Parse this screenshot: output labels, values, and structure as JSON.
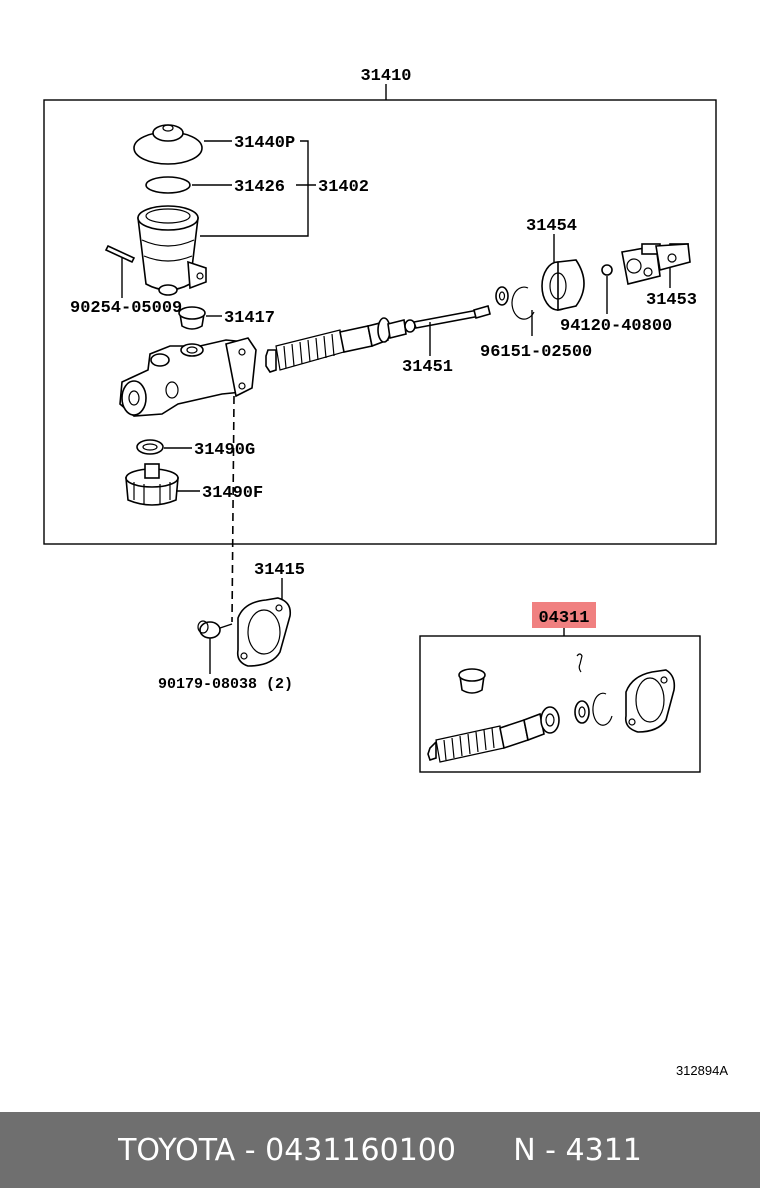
{
  "diagram": {
    "assembly_label": "31410",
    "labels": {
      "p31440P": "31440P",
      "p31426": "31426",
      "p31402": "31402",
      "p90254": "90254-05009",
      "p31417": "31417",
      "p31454": "31454",
      "p31453": "31453",
      "p94120": "94120-40800",
      "p96151": "96151-02500",
      "p31451": "31451",
      "p31490G": "31490G",
      "p31490F": "31490F",
      "p31415": "31415",
      "p90179": "90179-08038 (2)",
      "kit": "04311"
    },
    "drawing_number": "312894A",
    "highlight_color": "#f08080"
  },
  "footer": {
    "text": "TOYOTA - 0431160100      N - 4311"
  }
}
